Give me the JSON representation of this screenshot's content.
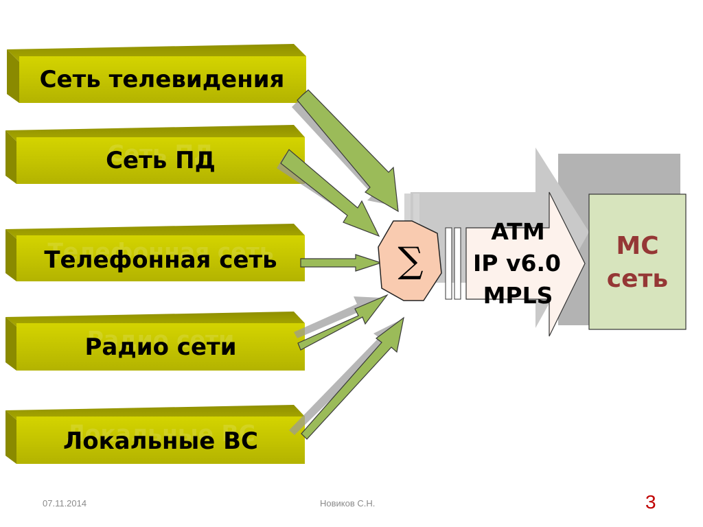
{
  "sources": [
    {
      "label": "Сеть телевидения"
    },
    {
      "label": "Сеть ПД"
    },
    {
      "label": "Телефонная сеть"
    },
    {
      "label": "Радио сети"
    },
    {
      "label": "Локальные ВС"
    }
  ],
  "mux": {
    "symbol": "∑"
  },
  "transport": {
    "lines": [
      "ATM",
      "IP v6.0",
      "MPLS"
    ]
  },
  "target": {
    "line1": "МС",
    "line2": "сеть"
  },
  "footer": {
    "date": "07.11.2014",
    "author": "Новиков С.Н.",
    "page": "3"
  },
  "colors": {
    "source_fill": "#c8c800",
    "arrow_fill": "#9bbb59",
    "mux_fill": "#f9cbb0",
    "target_fill": "#d7e4bd",
    "target_text": "#953735",
    "page_number": "#c00000"
  }
}
